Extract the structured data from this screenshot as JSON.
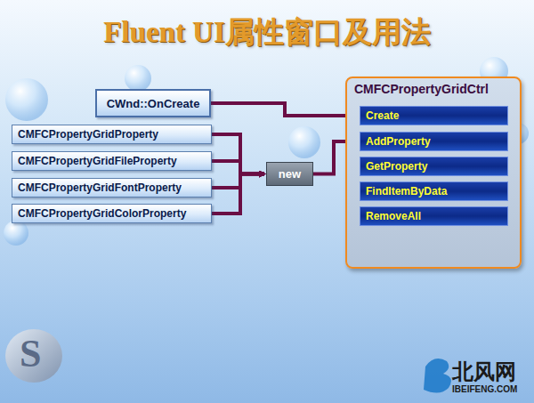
{
  "diagram": {
    "title": "Fluent UI属性窗口及用法",
    "nodes": [
      {
        "text": [
          "CWnd::OnCreate"
        ]
      },
      {
        "text": [
          "CMFCPropertyGridProperty"
        ]
      },
      {
        "text": [
          "CMFCPropertyGridFileProperty"
        ]
      },
      {
        "text": [
          "CMFCPropertyGridFontProperty"
        ]
      },
      {
        "text": [
          "CMFCPropertyGridColorProperty"
        ]
      },
      {
        "text": [
          "new"
        ]
      },
      {
        "text": [
          "CMFCPropertyGridCtrl"
        ]
      },
      {
        "text": [
          "Create"
        ],
        "in": 6
      },
      {
        "text": [
          "AddProperty"
        ],
        "in": 6
      },
      {
        "text": [
          "GetProperty"
        ],
        "in": 6
      },
      {
        "text": [
          "FindItemByData"
        ],
        "in": 6
      },
      {
        "text": [
          "RemoveAll"
        ],
        "in": 6
      }
    ],
    "edges": [
      {
        "from": 0,
        "to": 7,
        "arrow": "to"
      },
      {
        "from": 1,
        "to": 5,
        "arrow": "to"
      },
      {
        "from": 2,
        "to": 5,
        "arrow": "to"
      },
      {
        "from": 3,
        "to": 5,
        "arrow": "to"
      },
      {
        "from": 4,
        "to": 5,
        "arrow": "to"
      },
      {
        "from": 5,
        "to": 8,
        "arrow": "to"
      }
    ],
    "labels": [
      "S",
      "北风网",
      "IBEIFENG.COM"
    ]
  }
}
